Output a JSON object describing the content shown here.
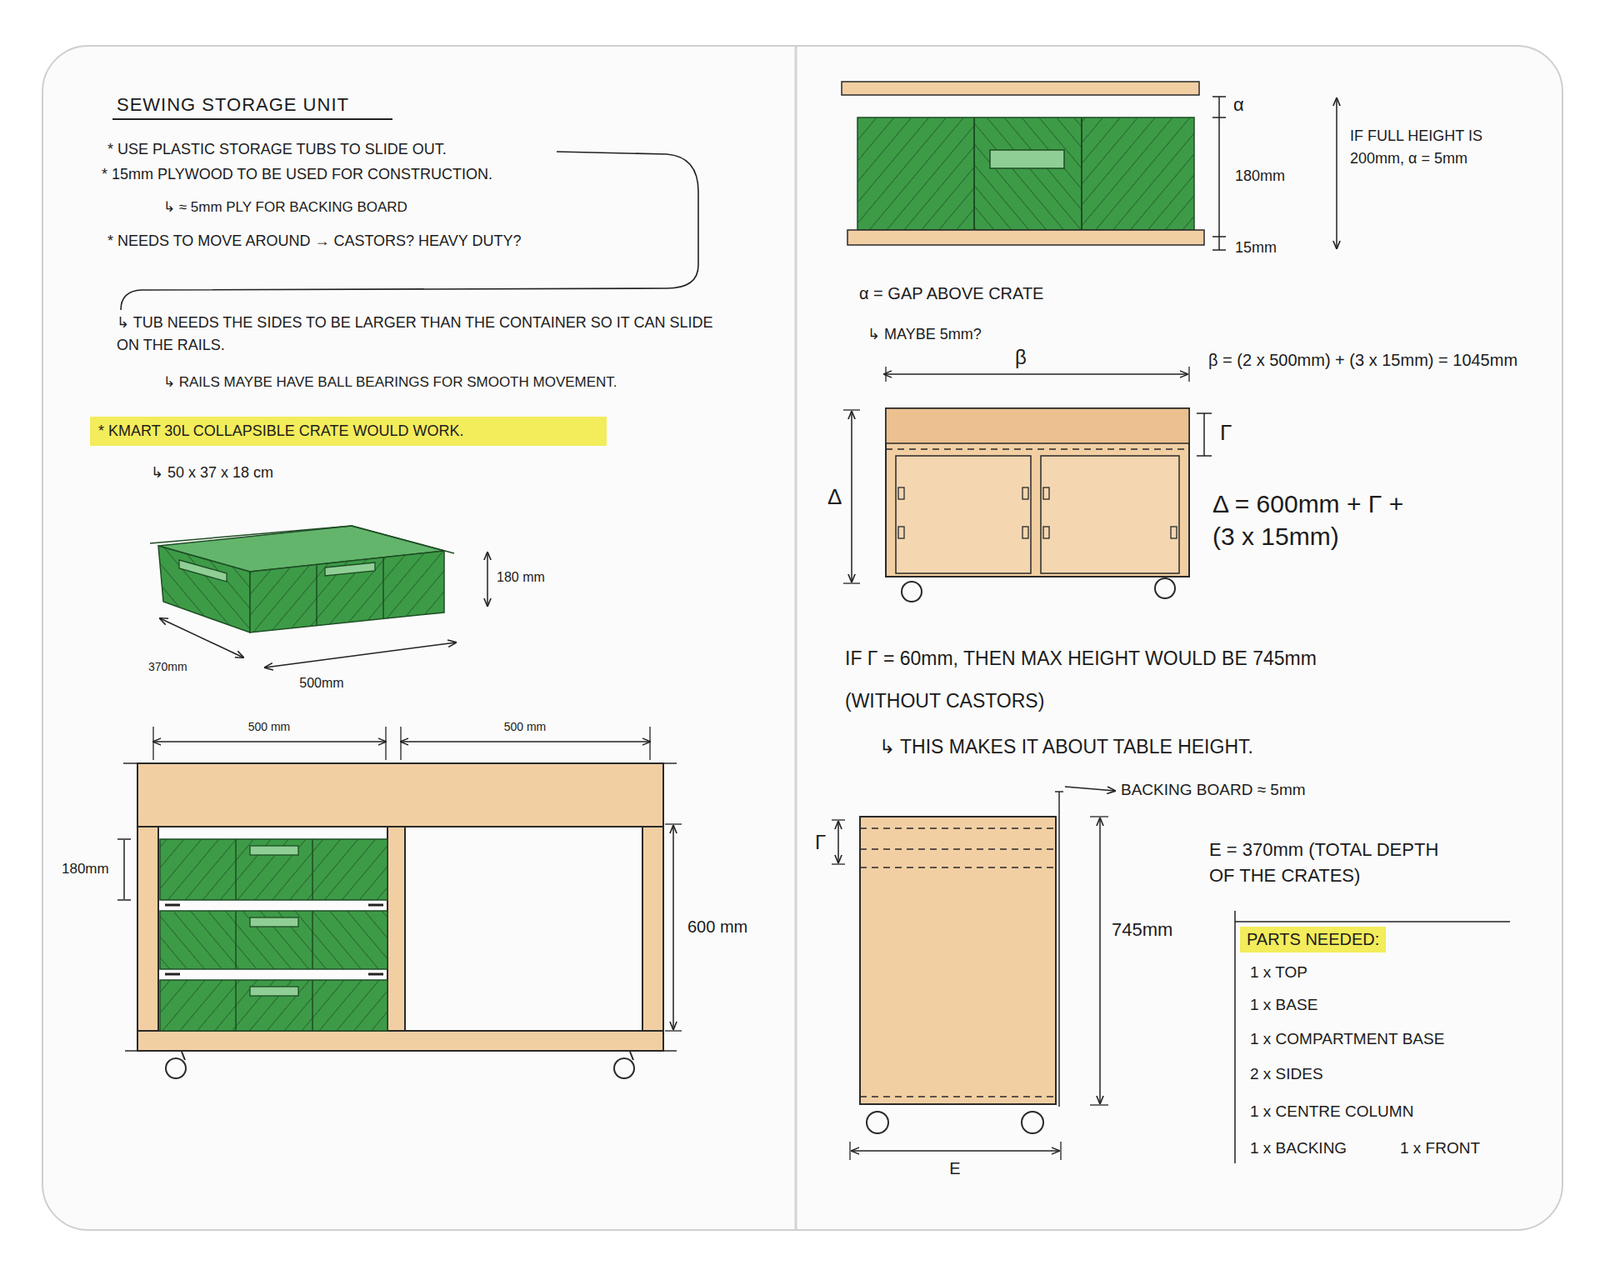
{
  "diagram": {
    "title": "SEWING STORAGE UNIT",
    "labels": [
      "* USE PLASTIC STORAGE TUBS TO SLIDE OUT.",
      "* 15mm PLYWOOD TO BE USED FOR CONSTRUCTION.",
      "↳ ≈ 5mm PLY FOR BACKING BOARD",
      "* NEEDS TO MOVE AROUND → CASTORS? HEAVY DUTY?",
      "↳ TUB NEEDS THE SIDES TO BE LARGER THAN THE CONTAINER SO IT CAN SLIDE ON THE RAILS.",
      "↳ RAILS MAYBE HAVE BALL BEARINGS FOR SMOOTH MOVEMENT.",
      "* KMART 30L COLLAPSIBLE CRATE WOULD WORK.",
      "↳ 50 x 37 x 18 cm",
      "180 mm",
      "370mm",
      "500mm",
      "500 mm",
      "500 mm",
      "180mm",
      "600 mm",
      "α",
      "180mm",
      "15mm",
      "IF FULL HEIGHT IS 200mm, α = 5mm",
      "α = GAP ABOVE CRATE",
      "↳ MAYBE 5mm?",
      "β",
      "β = (2 x 500mm) + (3 x 15mm) = 1045mm",
      "Γ",
      "Δ",
      "Δ = 600mm + Γ + (3 x 15mm)",
      "IF Γ = 60mm, THEN MAX HEIGHT WOULD BE 745mm (WITHOUT CASTORS)",
      "↳ THIS MAKES IT ABOUT TABLE HEIGHT.",
      "BACKING BOARD ≈ 5mm",
      "Γ",
      "745mm",
      "E = 370mm (TOTAL DEPTH OF THE CRATES)",
      "E",
      "PARTS NEEDED:",
      "1 x TOP",
      "1 x BASE",
      "1 x COMPARTMENT BASE",
      "2 x SIDES",
      "1 x CENTRE COLUMN",
      "1 x BACKING",
      "1 x FRONT"
    ]
  }
}
